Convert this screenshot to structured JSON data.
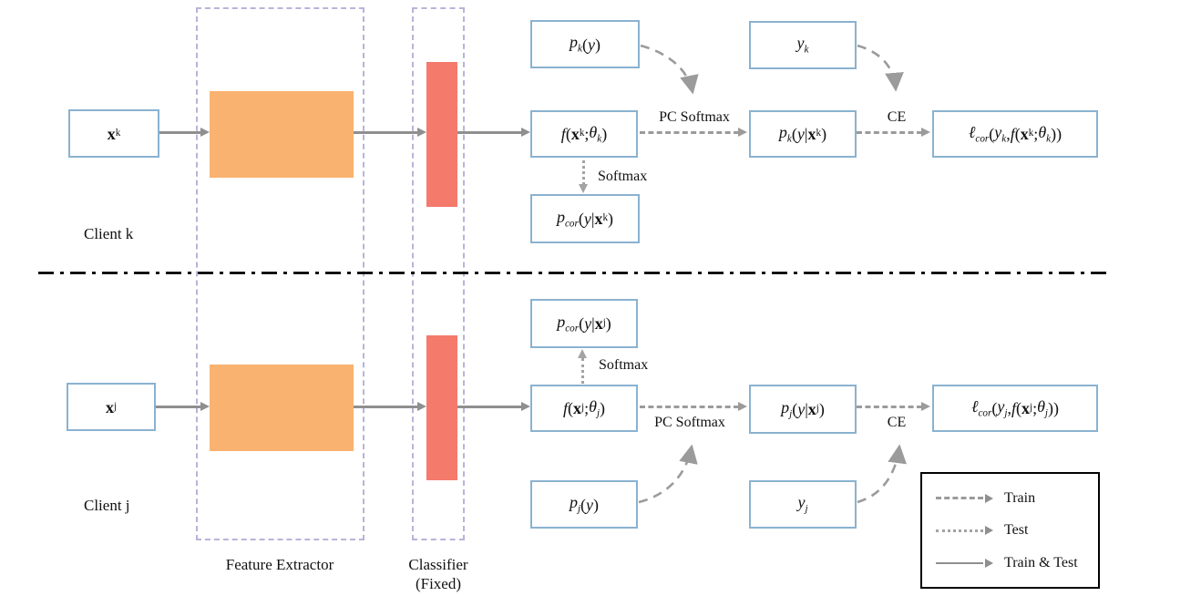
{
  "colors": {
    "box_border": "#8ab2d0",
    "feature_block_orange": "#f9b270",
    "classifier_block_red": "#f47a6b",
    "dashed_region_purple": "#b9b3da",
    "arrow_gray": "#8f8f8f",
    "divider_black": "#000000",
    "legend_border": "#000000"
  },
  "clients": {
    "k": {
      "title": "Client k",
      "input": "<b>x</b><sub>k</sub>",
      "prior": "<i>p<sub>k</sub></i>(<i>y</i>)",
      "truth": "<i>y<sub>k</sub></i>",
      "logits": "<i>f</i>(<b>x</b><sub>k</sub>; <i>θ<sub>k</sub></i>)",
      "posterior": "<i>p<sub>k</sub></i>(<i>y</i> | <b>x</b><sub>k</sub>)",
      "loss": "<i>ℓ<sub>cor</sub></i>(<i>y<sub>k</sub></i>, <i>f</i>(<b>x</b><sub>k</sub>; <i>θ<sub>k</sub></i>))",
      "corrected": "<i>p<sub>cor</sub></i>(<i>y</i> | <b>x</b><sub>k</sub>)"
    },
    "j": {
      "title": "Client j",
      "input": "<b>x</b><sub>j</sub>",
      "prior": "<i>p<sub>j</sub></i>(<i>y</i>)",
      "truth": "<i>y<sub>j</sub></i>",
      "logits": "<i>f</i>(<b>x</b><sub>j</sub>; <i>θ<sub>j</sub></i>)",
      "posterior": "<i>p<sub>j</sub></i>(<i>y</i> | <b>x</b><sub>j</sub>)",
      "loss": "<i>ℓ<sub>cor</sub></i>(<i>y<sub>j</sub></i>, <i>f</i>(<b>x</b><sub>j</sub>; <i>θ<sub>j</sub></i>))",
      "corrected": "<i>p<sub>cor</sub></i>(<i>y</i> | <b>x</b><sub>j</sub>)"
    }
  },
  "flow_labels": {
    "pc_softmax": "PC Softmax",
    "softmax": "Softmax",
    "ce": "CE"
  },
  "modules": {
    "feature_extractor": "Feature Extractor",
    "classifier": "Classifier",
    "classifier_note": "(Fixed)"
  },
  "legend": {
    "items": [
      {
        "style": "dashed",
        "label": "Train"
      },
      {
        "style": "dotted",
        "label": "Test"
      },
      {
        "style": "solid",
        "label": "Train & Test"
      }
    ]
  }
}
